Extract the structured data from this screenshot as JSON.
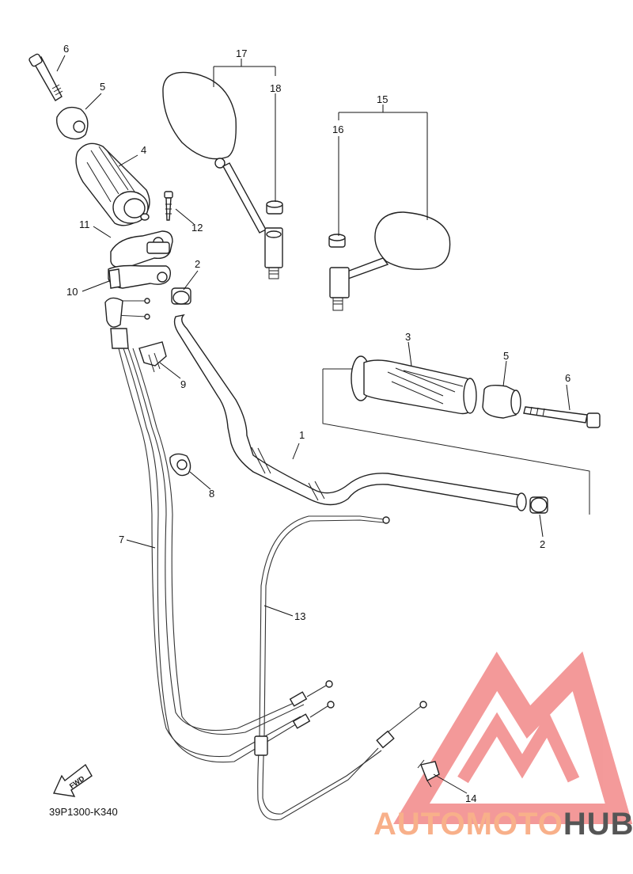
{
  "diagram_code": "39P1300-K340",
  "fwd_label": "FWD",
  "watermark": {
    "part1": "AUTOMOTO",
    "part2": "HUB",
    "color_light": "#f8b08a",
    "color_dark": "#555555",
    "logo_color": "#f07878"
  },
  "labels": {
    "l1": "1",
    "l2a": "2",
    "l2b": "2",
    "l3": "3",
    "l4": "4",
    "l5a": "5",
    "l5b": "5",
    "l6a": "6",
    "l6b": "6",
    "l7": "7",
    "l8": "8",
    "l9": "9",
    "l10": "10",
    "l11": "11",
    "l12": "12",
    "l13": "13",
    "l14": "14",
    "l15": "15",
    "l16": "16",
    "l17": "17",
    "l18": "18"
  }
}
